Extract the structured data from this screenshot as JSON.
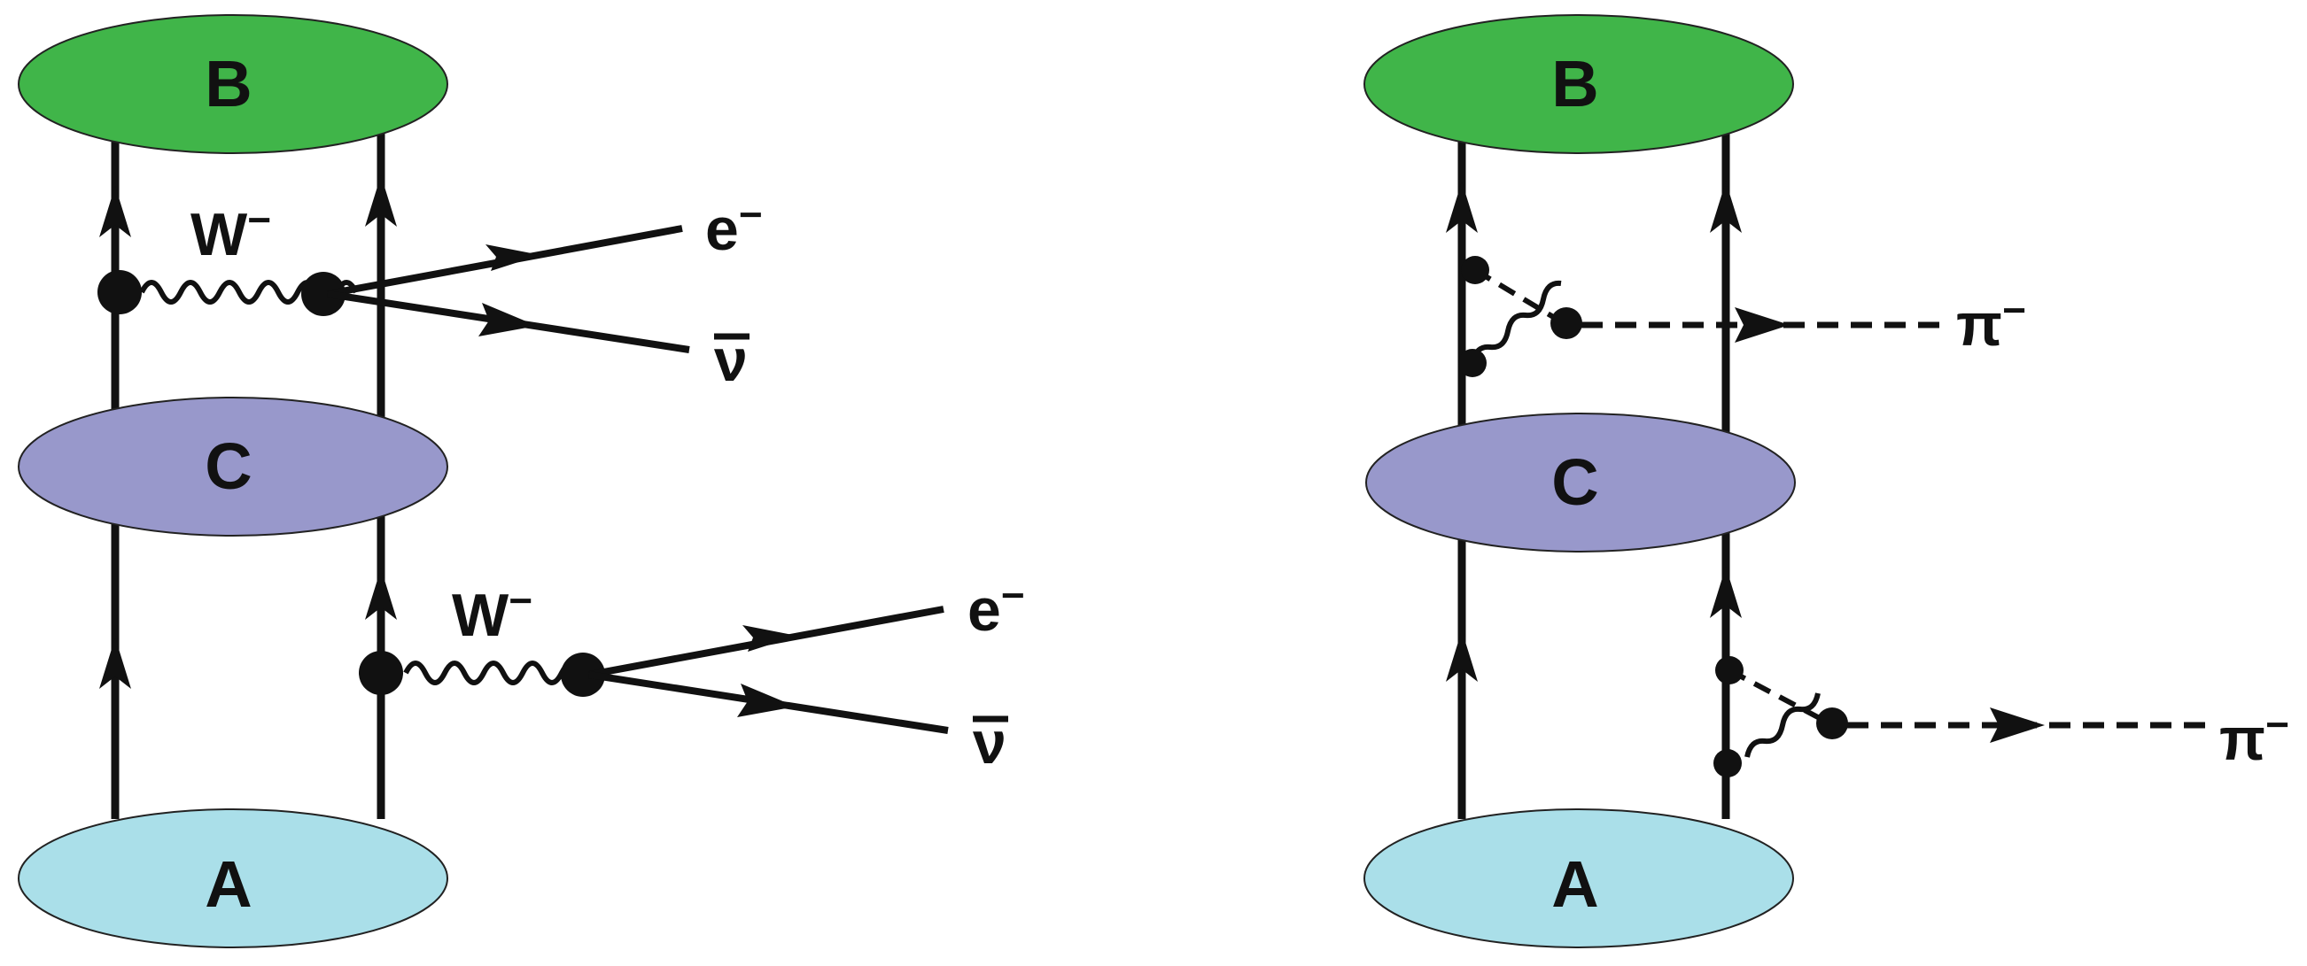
{
  "colors": {
    "B": "#40b549",
    "C": "#9898cb",
    "A": "#aadfe9",
    "line": "#111111"
  },
  "left_diagram": {
    "blob_top": "B",
    "blob_middle": "C",
    "blob_bottom": "A",
    "upper_boson": {
      "symbol": "W",
      "charge": "−"
    },
    "upper_products": [
      {
        "symbol": "e",
        "charge": "−"
      },
      {
        "symbol": "ν",
        "bar": true
      }
    ],
    "lower_boson": {
      "symbol": "W",
      "charge": "−"
    },
    "lower_products": [
      {
        "symbol": "e",
        "charge": "−"
      },
      {
        "symbol": "ν",
        "bar": true
      }
    ]
  },
  "right_diagram": {
    "blob_top": "B",
    "blob_middle": "C",
    "blob_bottom": "A",
    "upper_meson": {
      "symbol": "π",
      "charge": "−"
    },
    "lower_meson": {
      "symbol": "π",
      "charge": "−"
    }
  }
}
